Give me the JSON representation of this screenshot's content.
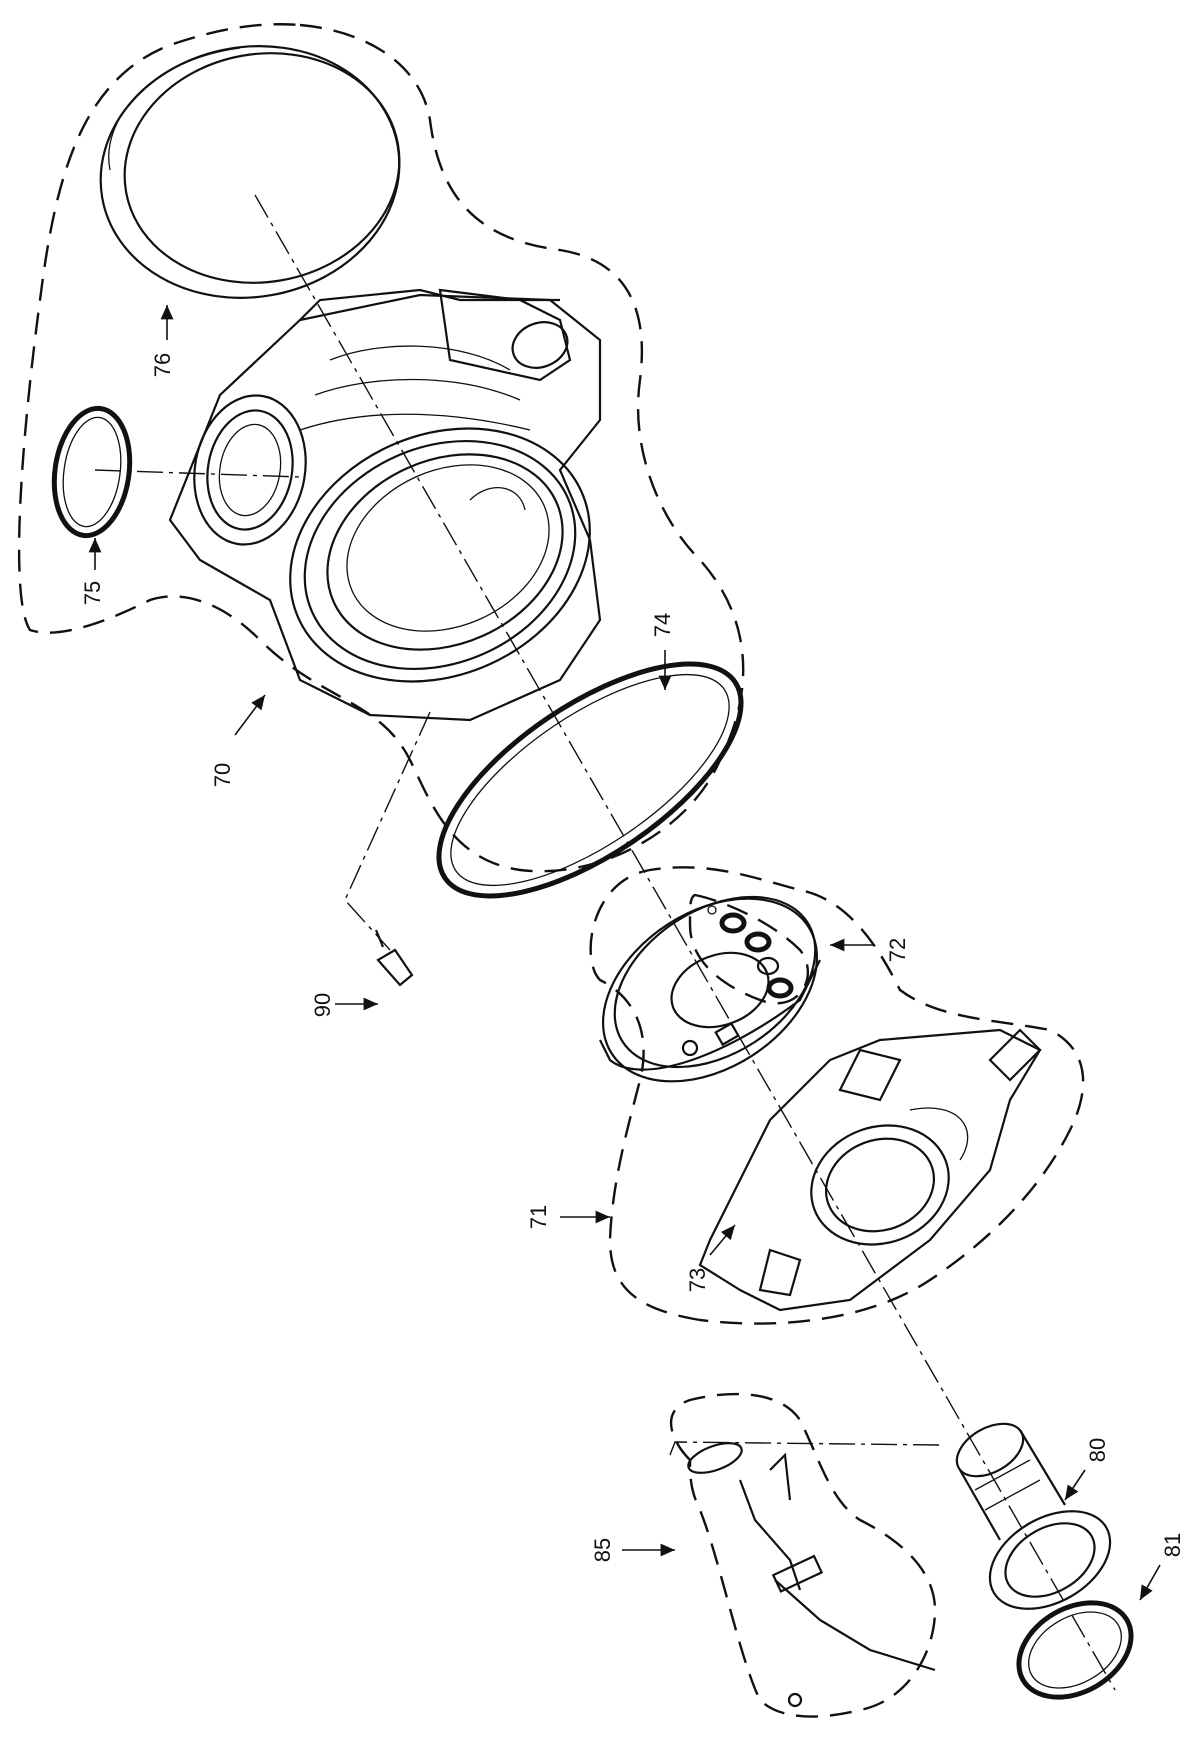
{
  "callouts": {
    "p70": "70",
    "p71": "71",
    "p72": "72",
    "p73": "73",
    "p74": "74",
    "p75": "75",
    "p76": "76",
    "p80": "80",
    "p81": "81",
    "p85": "85",
    "p90": "90"
  }
}
